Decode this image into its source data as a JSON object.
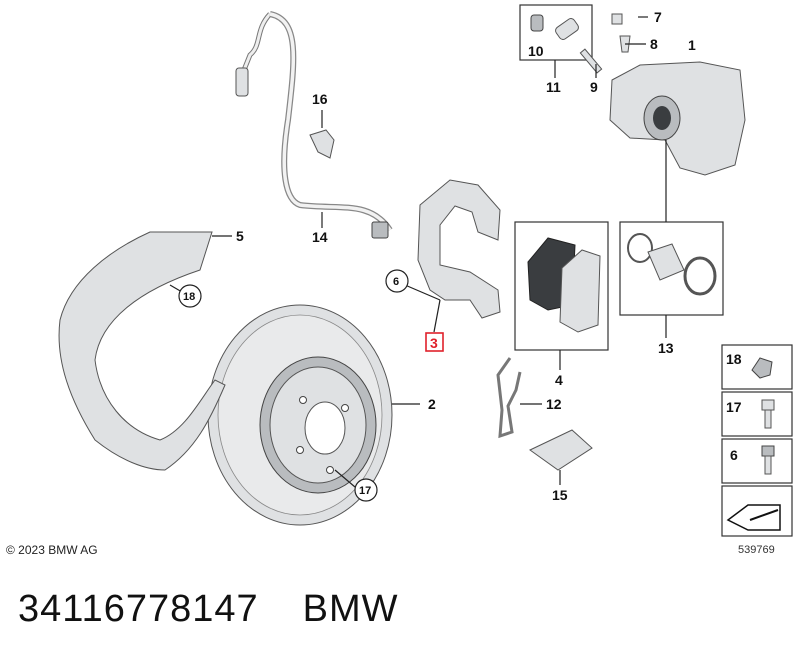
{
  "diagram": {
    "labels": {
      "p1": "1",
      "p2": "2",
      "p3": "3",
      "p4": "4",
      "p5": "5",
      "p6": "6",
      "p7": "7",
      "p8": "8",
      "p9": "9",
      "p10": "10",
      "p11": "11",
      "p12": "12",
      "p13": "13",
      "p14": "14",
      "p15": "15",
      "p16": "16",
      "p17": "17",
      "p18": "18"
    },
    "legend": {
      "l18": "18",
      "l17": "17",
      "l6": "6"
    },
    "copyright": "© 2023 BMW AG",
    "image_number": "539769",
    "highlight_color": "#e0212b"
  },
  "footer": {
    "part_number": "34116778147",
    "brand": "BMW"
  }
}
